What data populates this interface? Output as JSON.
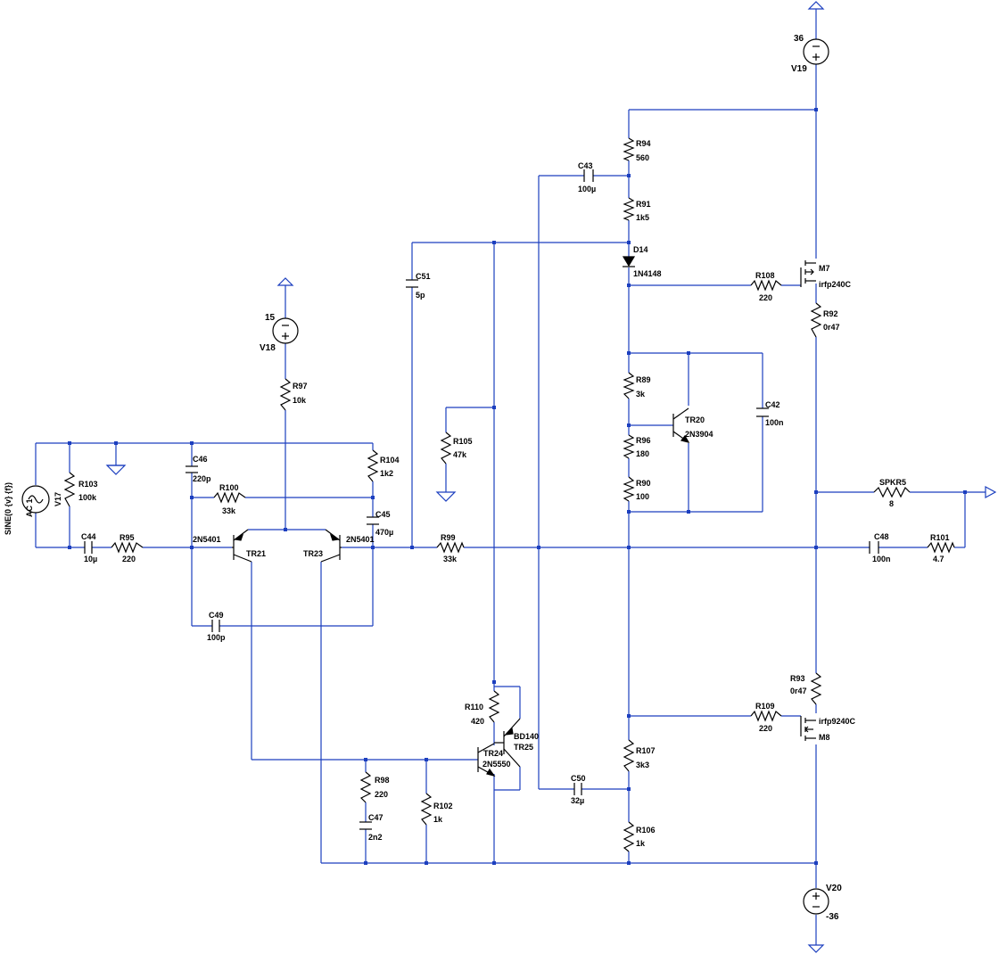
{
  "components": {
    "V19": {
      "name": "V19",
      "value": "36"
    },
    "V18": {
      "name": "V18",
      "value": "15"
    },
    "V20": {
      "name": "V20",
      "value": "-36"
    },
    "V17": {
      "name": "V17",
      "line1": "AC 1",
      "line2": "SINE(0 {v} {f})"
    },
    "R94": {
      "name": "R94",
      "value": "560"
    },
    "C43": {
      "name": "C43",
      "value": "100µ"
    },
    "R91": {
      "name": "R91",
      "value": "1k5"
    },
    "D14": {
      "name": "D14",
      "value": "1N4148"
    },
    "R108": {
      "name": "R108",
      "value": "220"
    },
    "M7": {
      "name": "M7",
      "value": "irfp240C"
    },
    "R92": {
      "name": "R92",
      "value": "0r47"
    },
    "C51": {
      "name": "C51",
      "value": "5p"
    },
    "R97": {
      "name": "R97",
      "value": "10k"
    },
    "R89": {
      "name": "R89",
      "value": "3k"
    },
    "TR20": {
      "name": "TR20",
      "value": "2N3904"
    },
    "C42": {
      "name": "C42",
      "value": "100n"
    },
    "R105": {
      "name": "R105",
      "value": "47k"
    },
    "R96": {
      "name": "R96",
      "value": "180"
    },
    "R90": {
      "name": "R90",
      "value": "100"
    },
    "R103": {
      "name": "R103",
      "value": "100k"
    },
    "C46": {
      "name": "C46",
      "value": "220p"
    },
    "R104": {
      "name": "R104",
      "value": "1k2"
    },
    "R100": {
      "name": "R100",
      "value": "33k"
    },
    "C45": {
      "name": "C45",
      "value": "470µ"
    },
    "SPKR5": {
      "name": "SPKR5",
      "value": "8"
    },
    "C44": {
      "name": "C44",
      "value": "10µ"
    },
    "R95": {
      "name": "R95",
      "value": "220"
    },
    "TR21": {
      "name": "TR21",
      "value": "2N5401"
    },
    "TR23": {
      "name": "TR23",
      "value": "2N5401"
    },
    "R99": {
      "name": "R99",
      "value": "33k"
    },
    "C48": {
      "name": "C48",
      "value": "100n"
    },
    "R101": {
      "name": "R101",
      "value": "4.7"
    },
    "C49": {
      "name": "C49",
      "value": "100p"
    },
    "R93": {
      "name": "R93",
      "value": "0r47"
    },
    "R110": {
      "name": "R110",
      "value": "420"
    },
    "TR25": {
      "name": "TR25",
      "value": "BD140"
    },
    "R109": {
      "name": "R109",
      "value": "220"
    },
    "M8": {
      "name": "M8",
      "value": "irfp9240C"
    },
    "TR24": {
      "name": "TR24",
      "value": "2N5550"
    },
    "R107": {
      "name": "R107",
      "value": "3k3"
    },
    "R98": {
      "name": "R98",
      "value": "220"
    },
    "C47": {
      "name": "C47",
      "value": "2n2"
    },
    "R102": {
      "name": "R102",
      "value": "1k"
    },
    "C50": {
      "name": "C50",
      "value": "32µ"
    },
    "R106": {
      "name": "R106",
      "value": "1k"
    }
  }
}
